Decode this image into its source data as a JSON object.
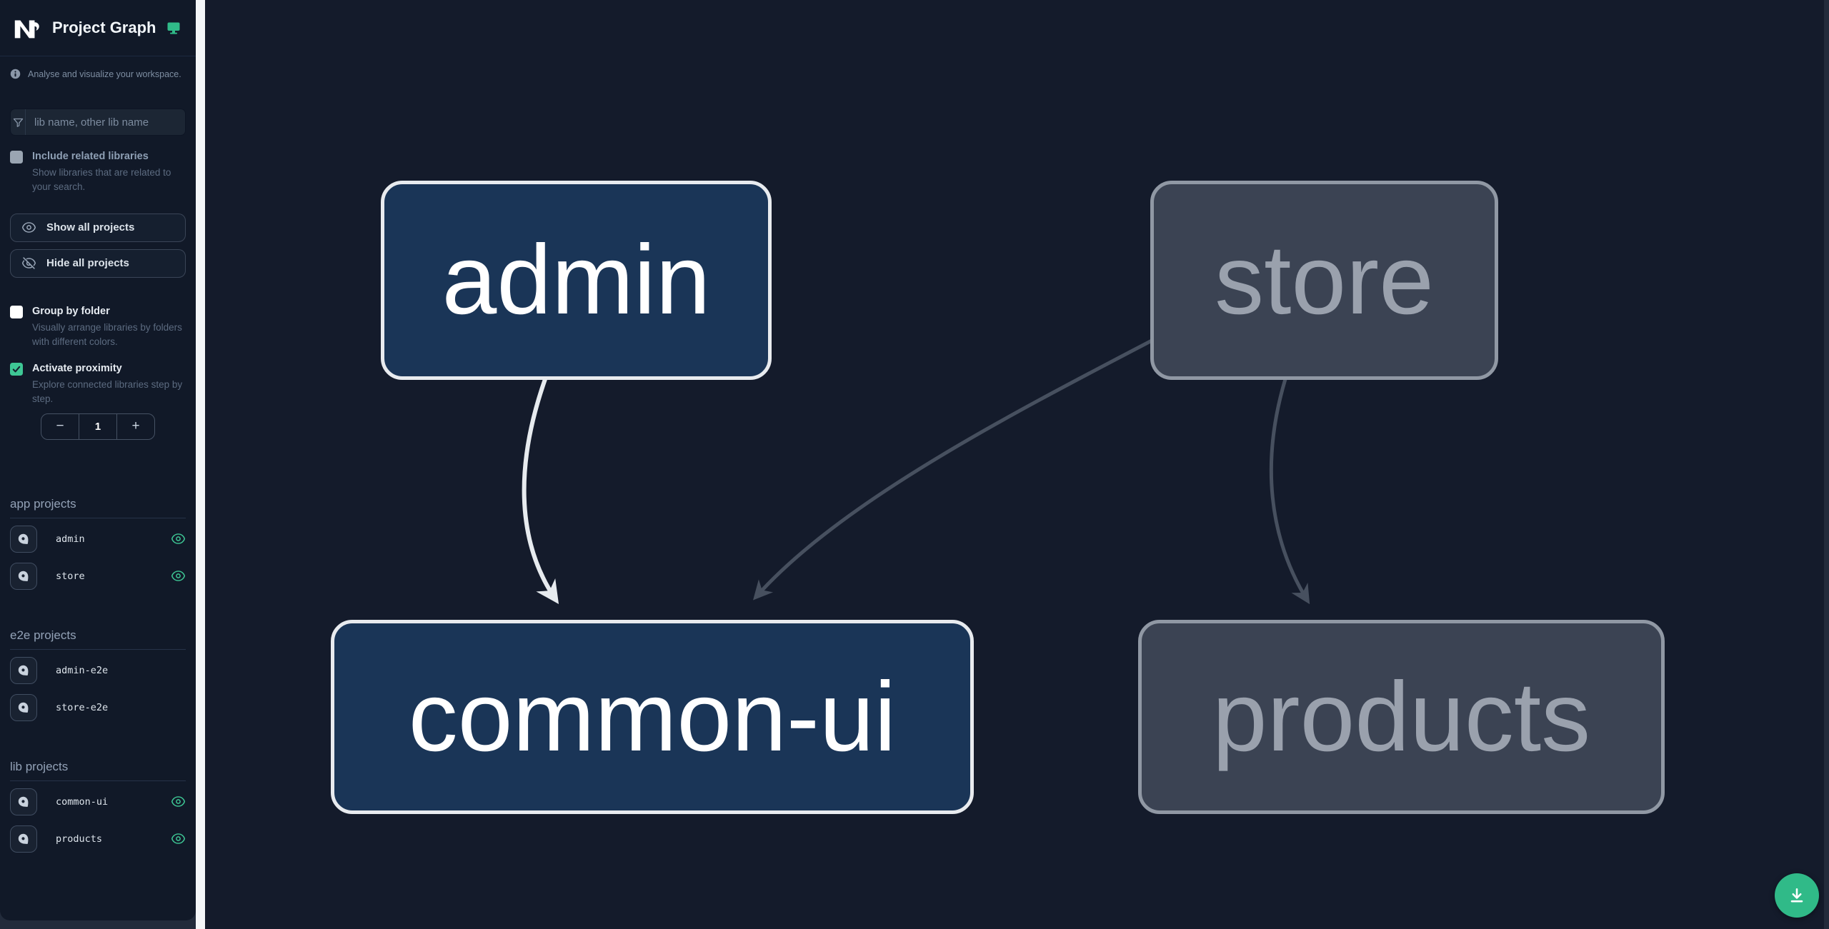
{
  "header": {
    "title": "Project Graph"
  },
  "sidebar": {
    "tagline": "Analyse and visualize your workspace.",
    "search": {
      "placeholder": "lib name, other lib name",
      "value": ""
    },
    "options": {
      "include_related": {
        "label": "Include related libraries",
        "description": "Show libraries that are related to your search.",
        "checked": false
      },
      "group_by_folder": {
        "label": "Group by folder",
        "description": "Visually arrange libraries by folders with different colors.",
        "checked": false
      },
      "activate_proximity": {
        "label": "Activate proximity",
        "description": "Explore connected libraries step by step.",
        "checked": true
      }
    },
    "actions": {
      "show_all": "Show all projects",
      "hide_all": "Hide all projects"
    },
    "stepper": {
      "decrement": "−",
      "value": "1",
      "increment": "+"
    },
    "sections": [
      {
        "label": "app projects",
        "items": [
          {
            "name": "admin",
            "visible": true
          },
          {
            "name": "store",
            "visible": true
          }
        ]
      },
      {
        "label": "e2e projects",
        "items": [
          {
            "name": "admin-e2e",
            "visible": false
          },
          {
            "name": "store-e2e",
            "visible": false
          }
        ]
      },
      {
        "label": "lib projects",
        "items": [
          {
            "name": "common-ui",
            "visible": true
          },
          {
            "name": "products",
            "visible": true
          }
        ]
      }
    ]
  },
  "graph": {
    "nodes": [
      {
        "id": "admin",
        "label": "admin",
        "state": "highlighted"
      },
      {
        "id": "store",
        "label": "store",
        "state": "dimmed"
      },
      {
        "id": "common-ui",
        "label": "common-ui",
        "state": "highlighted"
      },
      {
        "id": "products",
        "label": "products",
        "state": "dimmed"
      }
    ],
    "edges": [
      {
        "source": "admin",
        "target": "common-ui",
        "state": "highlighted"
      },
      {
        "source": "store",
        "target": "common-ui",
        "state": "dimmed"
      },
      {
        "source": "store",
        "target": "products",
        "state": "dimmed"
      }
    ]
  },
  "colors": {
    "accent": "#30ba88",
    "checkbox_checked": "#3ec795",
    "node_highlight_fill": "#1a3557",
    "node_highlight_border": "#e8ebef",
    "node_dim_fill": "#3b4353",
    "node_dim_border": "#9098a4",
    "edge_highlight": "#e7ebef",
    "edge_dim": "#47505f",
    "sidebar_bg": "#111928",
    "canvas_bg": "#141b2b",
    "divider": "#f4f6f8"
  }
}
